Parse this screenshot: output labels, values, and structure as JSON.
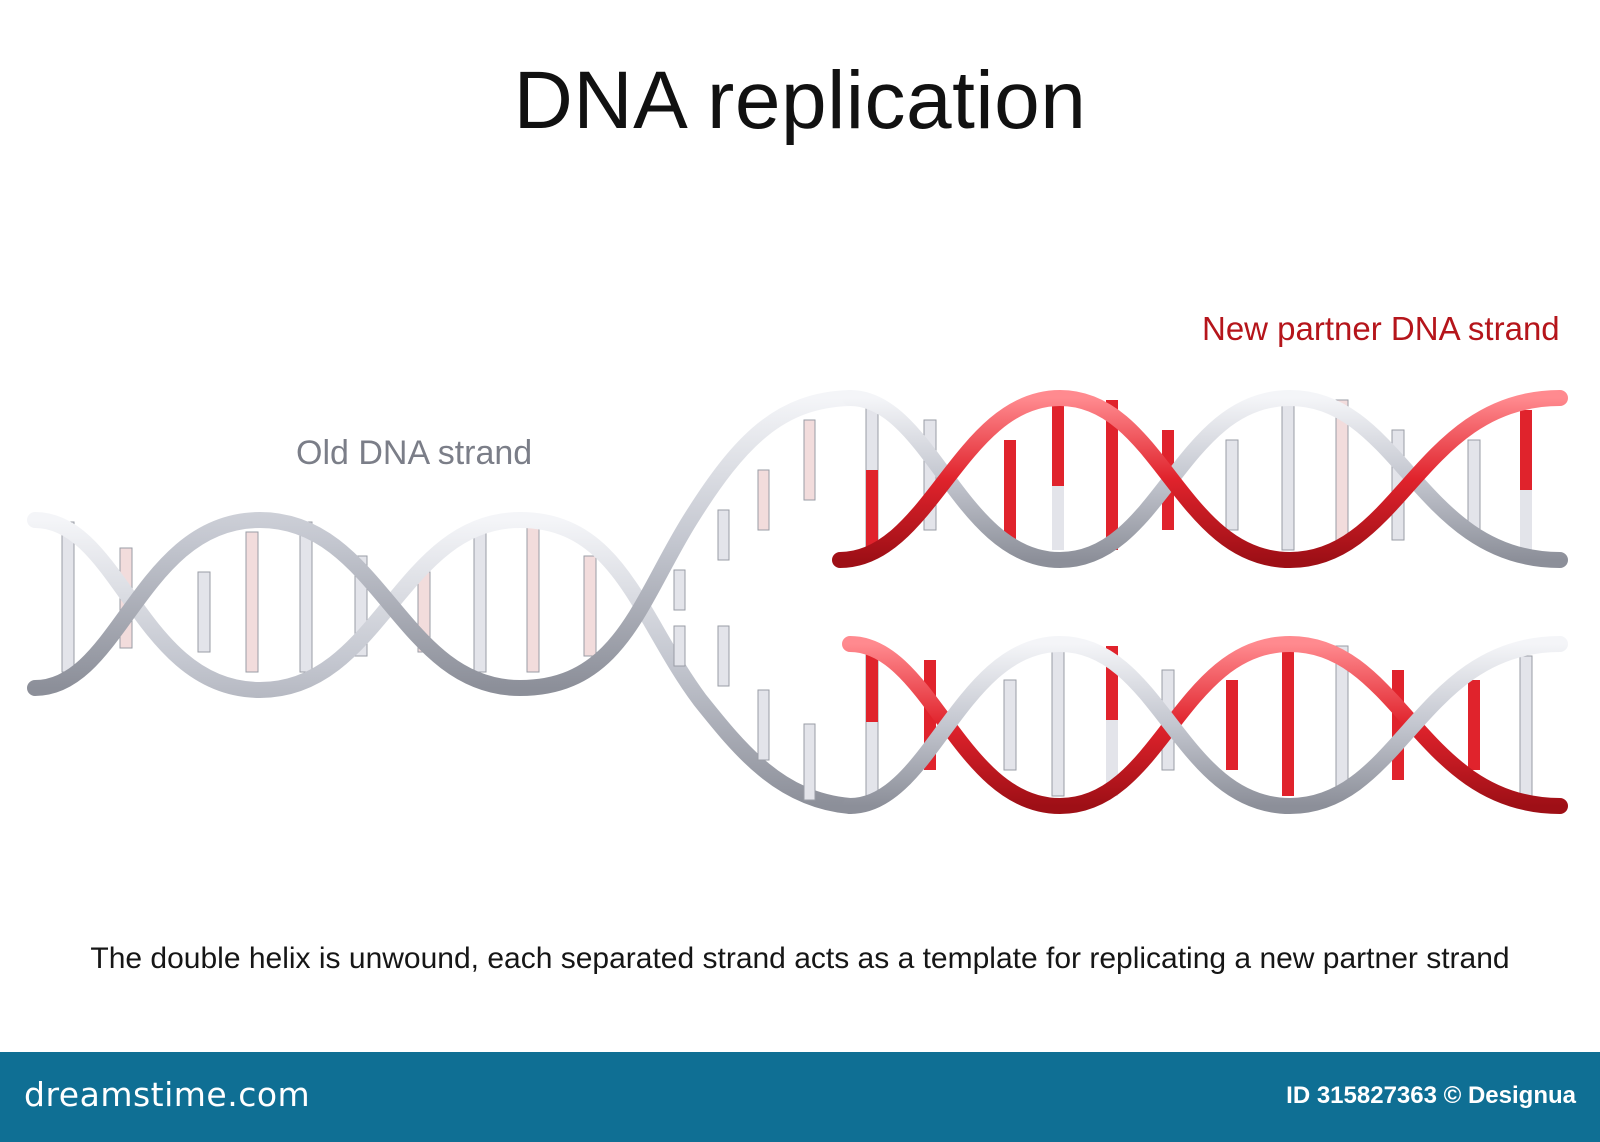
{
  "title": "DNA replication",
  "labels": {
    "old_strand": "Old DNA strand",
    "new_strand": "New partner DNA strand"
  },
  "caption": "The double helix is unwound, each separated strand acts as a template for replicating a new partner strand",
  "footer": {
    "logo": "dreamstime.com",
    "credit": "ID 315827363 © Designua"
  },
  "colors": {
    "old_strand": "#c9cbd2",
    "new_strand": "#e0232c",
    "old_label": "#7b7e88",
    "new_label": "#b5151b",
    "footer_bg": "#0f6f94"
  }
}
